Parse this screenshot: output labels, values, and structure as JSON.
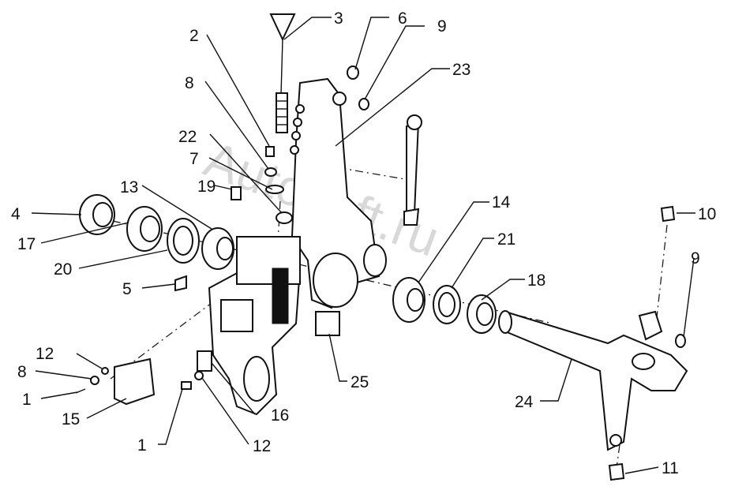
{
  "watermark": "Autosoft.ru",
  "callouts": [
    "1",
    "1",
    "2",
    "3",
    "4",
    "5",
    "6",
    "7",
    "8",
    "8",
    "9",
    "9",
    "10",
    "11",
    "12",
    "12",
    "13",
    "14",
    "15",
    "16",
    "17",
    "18",
    "19",
    "20",
    "21",
    "22",
    "23",
    "24",
    "25"
  ]
}
